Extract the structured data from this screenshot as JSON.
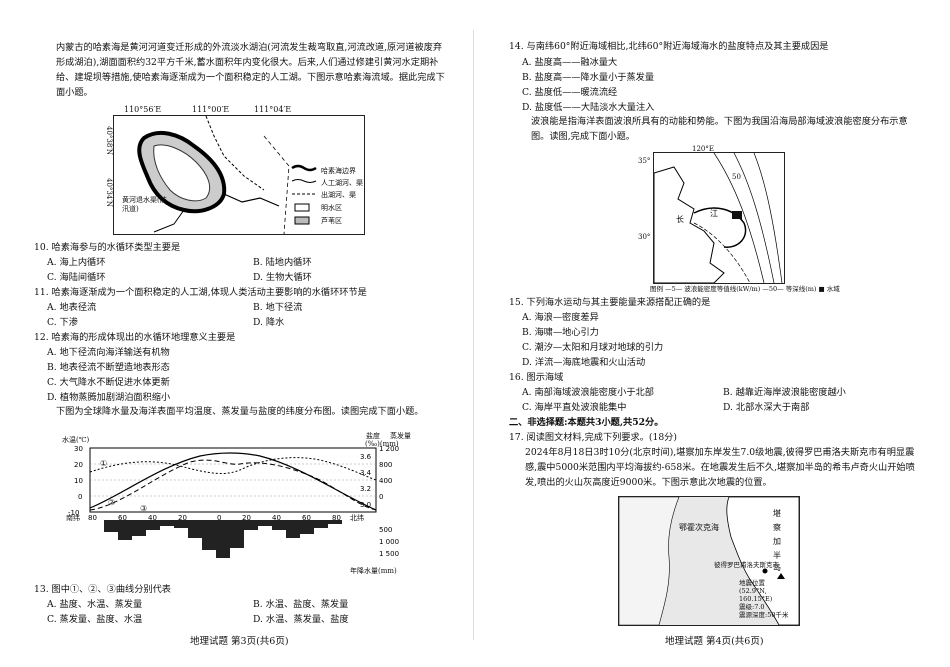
{
  "left": {
    "intro": "内蒙古的哈素海是黄河河道变迁形成的外流淡水湖泊(河流发生裁弯取直,河流改道,原河道被废弃形成湖泊),湖面面积约32平方千米,蓄水面积年内变化很大。后来,人们通过修建引黄河水定期补给、建堤坝等措施,使哈素海逐渐成为一个面积稳定的人工湖。下图示意哈素海流域。据此完成下面小题。",
    "map1": {
      "lon_labels": [
        "110°56′E",
        "111°00′E",
        "111°04′E"
      ],
      "lat_labels": [
        "40°38′N",
        "40°34′N"
      ],
      "inset_label": "黄河退水渠(防汛道)",
      "legend": [
        "哈素海边界",
        "人工湖河、渠",
        "出湖河、渠",
        "明水区",
        "芦苇区"
      ]
    },
    "q10": {
      "stem": "10. 哈素海参与的水循环类型主要是",
      "options": [
        "A. 海上内循环",
        "B. 陆地内循环",
        "C. 海陆间循环",
        "D. 生物大循环"
      ]
    },
    "q11": {
      "stem": "11. 哈素海逐渐成为一个面积稳定的人工湖,体现人类活动主要影响的水循环环节是",
      "options": [
        "A. 地表径流",
        "B. 地下径流",
        "C. 下渗",
        "D. 降水"
      ]
    },
    "q12": {
      "stem": "12. 哈素海的形成体现出的水循环地理意义主要是",
      "options": [
        "A. 地下径流向海洋输送有机物",
        "B. 地表径流不断塑造地表形态",
        "C. 大气降水不断促进水体更新",
        "D. 植物蒸腾加剧湖泊面积缩小"
      ]
    },
    "chart_intro": "下图为全球降水量及海洋表面平均温度、蒸发量与盐度的纬度分布图。读图完成下面小题。",
    "chart_labels": {
      "left_unit": "水温(℃)",
      "right_unit1": "盐度",
      "right_unit2": "蒸发量",
      "right_units": "(‰)(mm)",
      "south": "南纬",
      "north": "北纬",
      "bottom_unit": "年降水量(mm)",
      "curve_marks": [
        "①",
        "②",
        "③"
      ]
    },
    "q13": {
      "stem": "13. 图中①、②、③曲线分别代表",
      "options": [
        "A. 盐度、水温、蒸发量",
        "B. 水温、盐度、蒸发量",
        "C. 蒸发量、盐度、水温",
        "D. 水温、蒸发量、盐度"
      ]
    },
    "footer": "地理试题 第3页(共6页)"
  },
  "right": {
    "q14": {
      "stem": "14. 与南纬60°附近海域相比,北纬60°附近海域海水的盐度特点及其主要成因是",
      "options": [
        "A. 盐度高——融冰量大",
        "B. 盐度高——降水量小于蒸发量",
        "C. 盐度低——暖流流经",
        "D. 盐度低——大陆淡水大量注入"
      ]
    },
    "wave_intro": "波浪能是指海洋表面波浪所具有的动能和势能。下图为我国沿海局部海域波浪能密度分布示意图。读图,完成下面小题。",
    "map2": {
      "labels": [
        "120°E",
        "35°",
        "30°",
        "50",
        "长",
        "江"
      ],
      "legend": "图例 —5— 波浪能密度等值线(kW/m)  —50— 等深线(m)  ■ 水域"
    },
    "q15": {
      "stem": "15. 下列海水运动与其主要能量来源搭配正确的是",
      "options": [
        "A. 海浪—密度差异",
        "B. 海啸—地心引力",
        "C. 潮汐—太阳和月球对地球的引力",
        "D. 洋流—海底地震和火山活动"
      ]
    },
    "q16": {
      "stem": "16. 图示海域",
      "options": [
        "A. 南部海域波浪能密度小于北部",
        "B. 越靠近海岸波浪能密度越小",
        "C. 海岸平直处波浪能集中",
        "D. 北部水深大于南部"
      ]
    },
    "section2": "二、非选择题:本题共3小题,共52分。",
    "q17": "17. 阅读图文材料,完成下列要求。(18分)",
    "q17_text": "2024年8月18日3时10分(北京时间),堪察加东岸发生7.0级地震,彼得罗巴甫洛夫斯克市有明显震感,震中5000米范围内平均海拔约-658米。在地震发生后不久,堪察加半岛的希韦卢奇火山开始喷发,喷出的火山灰高度近9000米。下图示意此次地震的位置。",
    "map3": {
      "sea": "鄂霍次克海",
      "peninsula": [
        "堪",
        "察",
        "加",
        "半",
        "岛"
      ],
      "city": "彼得罗巴甫洛夫斯克市",
      "quake": [
        "地震位置",
        "(52.9°N,",
        "160.15°E)",
        "震级:7.0",
        "震源深度:50千米"
      ]
    },
    "footer": "地理试题 第4页(共6页)"
  }
}
